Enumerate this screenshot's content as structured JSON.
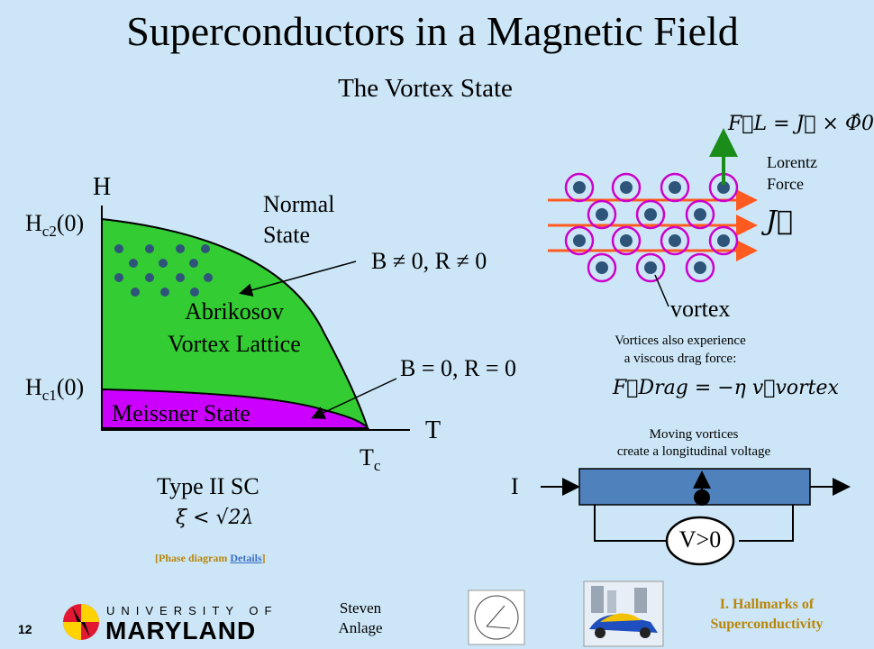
{
  "slide": {
    "title": "Superconductors in a Magnetic Field",
    "subtitle": "The Vortex State",
    "page_number": "12"
  },
  "phase_diagram": {
    "axis_y": "H",
    "axis_x": "T",
    "hc2_prefix": "H",
    "hc2_sub": "c2",
    "hc2_suffix": "(0)",
    "hc1_prefix": "H",
    "hc1_sub": "c1",
    "hc1_suffix": "(0)",
    "tc_main": "T",
    "tc_sub": "c",
    "normal_line1": "Normal",
    "normal_line2": "State",
    "abrikosov_line1": "Abrikosov",
    "abrikosov_line2": "Vortex Lattice",
    "meissner": "Meissner State",
    "mixed_condition": "B ≠ 0, R ≠ 0",
    "meissner_condition": "B = 0, R = 0",
    "type_label": "Type II SC",
    "criterion": "ξ < √2λ",
    "details_prefix": "[Phase diagram ",
    "details_link": "Details",
    "details_suffix": "]",
    "colors": {
      "mixed": "#33cc33",
      "meissner": "#cc00ff"
    }
  },
  "vortex_lattice": {
    "lorentz_formula": "F⃗L = J⃗ × Φ̂0",
    "lorentz_label_line1": "Lorentz",
    "lorentz_label_line2": "Force",
    "current_label": "J⃗",
    "vortex_label": "vortex",
    "colors": {
      "current": "#ff5a1f",
      "vortex_ring": "#cc00cc",
      "core": "#2e5579",
      "force": "#1a8c1a"
    }
  },
  "drag": {
    "text_line1": "Vortices also experience",
    "text_line2": "a viscous drag force:",
    "formula": "F⃗Drag = −η v⃗vortex"
  },
  "voltage": {
    "text_line1": "Moving vortices",
    "text_line2": "create a longitudinal voltage",
    "current_label": "I",
    "meter_label": "V>0"
  },
  "footer": {
    "university_top": "UNIVERSITY OF",
    "university_bottom": "MARYLAND",
    "author_line1": "Steven",
    "author_line2": "Anlage",
    "section_line1": "I. Hallmarks of",
    "section_line2": "Superconductivity"
  }
}
